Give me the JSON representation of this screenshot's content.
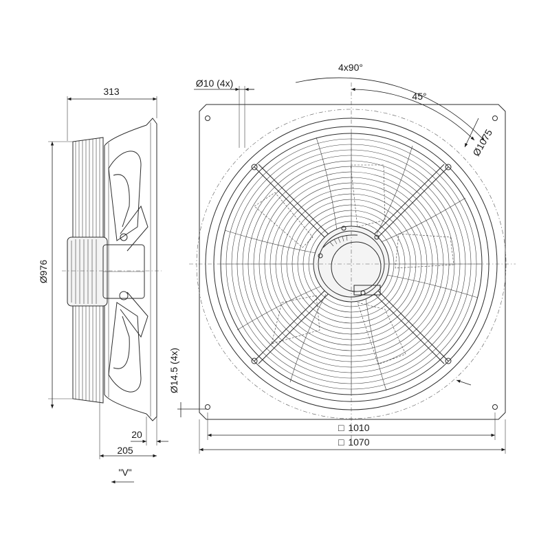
{
  "labels": {
    "depth": "313",
    "diameter_side": "Ø976",
    "flange": "20",
    "depth_lower": "205",
    "view": "\"V\"",
    "hole_top": "Ø10 (4x)",
    "hole_side": "Ø14.5 (4x)",
    "angle_total": "4x90°",
    "angle_half": "45°",
    "bolt_circle": "Ø1075",
    "square_inner": "1010",
    "square_outer": "1070",
    "square_symbol": "□"
  },
  "components": {
    "side_view": "side-view",
    "front_view": "front-view"
  }
}
